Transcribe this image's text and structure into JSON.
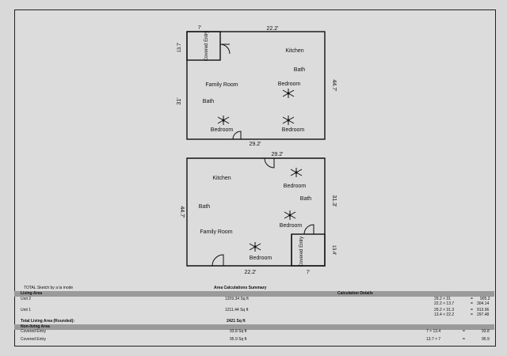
{
  "unit_top": {
    "dims": {
      "top_small": "7'",
      "top": "22.2'",
      "left_upper": "13.7'",
      "left": "31'",
      "right": "44.7'",
      "bottom": "29.2'"
    },
    "rooms": {
      "covered_entry": "Covered Entry",
      "kitchen": "Kitchen",
      "bath_upper": "Bath",
      "family_room": "Family Room",
      "bedroom_upper": "Bedroom",
      "bath_left": "Bath",
      "bedroom_left": "Bedroom",
      "bedroom_right": "Bedroom"
    }
  },
  "unit_bottom": {
    "dims": {
      "top": "29.2'",
      "left": "44.7'",
      "right": "31.3'",
      "bottom": "22.2'",
      "bottom_small": "7'",
      "right_lower": "13.4'"
    },
    "rooms": {
      "kitchen": "Kitchen",
      "bedroom_upper": "Bedroom",
      "bath_right": "Bath",
      "bath_left": "Bath",
      "bedroom_mid": "Bedroom",
      "family_room": "Family Room",
      "bedroom_low": "Bedroom",
      "covered_entry": "Covered Entry"
    }
  },
  "summary": {
    "note": "TOTAL Sketch by a la mode",
    "title": "Area Calculations Summary",
    "living_area_label": "Living Area",
    "calc_details_label": "Calculation Details",
    "unit2": {
      "name": "Unit 2",
      "area": "1209.34 Sq ft",
      "calc1": "29.2 × 31",
      "eq1": "=",
      "res1": "905.2",
      "calc2": "22.2 × 13.7",
      "eq2": "=",
      "res2": "304.14"
    },
    "unit1": {
      "name": "Unit 1",
      "area": "1211.44 Sq ft",
      "calc1": "29.2 × 31.3",
      "eq1": "=",
      "res1": "913.96",
      "calc2": "13.4 × 22.2",
      "eq2": "=",
      "res2": "297.48"
    },
    "total_label": "Total Living Area (Rounded):",
    "total_value": "2421 Sq ft",
    "non_living_label": "Non-living Area",
    "ce1": {
      "name": "Covered Entry",
      "area": "93.8 Sq ft",
      "calc": "7 × 13.4",
      "eq": "=",
      "res": "93.8"
    },
    "ce2": {
      "name": "Covered Entry",
      "area": "95.9 Sq ft",
      "calc": "13.7 × 7",
      "eq": "=",
      "res": "95.9"
    }
  }
}
